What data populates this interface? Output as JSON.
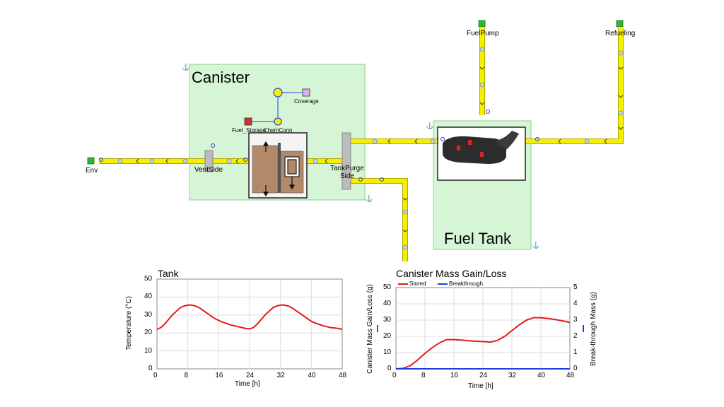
{
  "diagram": {
    "canister_title": "Canister",
    "fueltank_title": "Fuel Tank",
    "labels": {
      "env": "Env",
      "ventside": "VentSide",
      "tankpurge": "TankPurge",
      "side": "Side",
      "fuel_storage": "Fuel_Storage",
      "chemconn": "ChemConn",
      "coverage": "Coverage",
      "fuelpump": "FuelPump",
      "refueling": "Refueling"
    },
    "colors": {
      "pipe": "#f5f000",
      "pipe_edge": "#b0a800",
      "subsystem_fill": "#d6f5d6",
      "subsystem_edge": "#8ecf8e",
      "boundary": "#2db82d"
    }
  },
  "chart_data": [
    {
      "type": "line",
      "title": "Tank",
      "xlabel": "Time [h]",
      "ylabel": "Temperature (°C)",
      "xlim": [
        0,
        48
      ],
      "ylim": [
        0,
        50
      ],
      "xticks": [
        "0",
        "8",
        "16",
        "24",
        "32",
        "40",
        "48"
      ],
      "yticks": [
        "0",
        "10",
        "20",
        "30",
        "40",
        "50"
      ],
      "grid": true,
      "series": [
        {
          "color": "#e41a1c",
          "x": [
            0,
            1,
            2,
            3,
            4,
            5,
            6,
            7,
            8,
            9,
            10,
            11,
            12,
            13,
            14,
            15,
            16,
            17,
            18,
            19,
            20,
            21,
            22,
            23,
            24,
            25,
            26,
            27,
            28,
            29,
            30,
            31,
            32,
            33,
            34,
            35,
            36,
            37,
            38,
            39,
            40,
            41,
            42,
            43,
            44,
            45,
            46,
            47,
            48
          ],
          "y": [
            22,
            23,
            25,
            27.5,
            30,
            32,
            34,
            35,
            35.5,
            35.5,
            35,
            34,
            32.5,
            31,
            29.5,
            28,
            27,
            26,
            25.3,
            24.5,
            24,
            23.5,
            23,
            22.5,
            22.3,
            23,
            25,
            27.5,
            30,
            32,
            34,
            35,
            35.5,
            35.5,
            35,
            34,
            32.5,
            31,
            29.5,
            28,
            26.5,
            25.5,
            24.8,
            24,
            23.5,
            23,
            22.8,
            22.5,
            22
          ]
        }
      ]
    },
    {
      "type": "line",
      "title": "Canister Mass Gain/Loss",
      "xlabel": "Time [h]",
      "ylabel": "Canister Mass Gain/Loss (g)",
      "y2label": "Break-through Mass (g)",
      "xlim": [
        0,
        48
      ],
      "ylim": [
        0,
        50
      ],
      "y2lim": [
        0,
        5
      ],
      "xticks": [
        "0",
        "8",
        "16",
        "24",
        "32",
        "40",
        "48"
      ],
      "yticks": [
        "0",
        "10",
        "20",
        "30",
        "40",
        "50"
      ],
      "y2ticks": [
        "0",
        "1",
        "2",
        "3",
        "4",
        "5"
      ],
      "grid": true,
      "legend": "top-left",
      "series": [
        {
          "name": "Stored",
          "color": "#e41a1c",
          "axis": "left",
          "x": [
            0,
            2,
            4,
            6,
            8,
            10,
            12,
            14,
            16,
            18,
            20,
            22,
            24,
            26,
            28,
            30,
            32,
            34,
            36,
            38,
            40,
            42,
            44,
            46,
            48
          ],
          "y": [
            0,
            0.3,
            2,
            5.5,
            9.5,
            13,
            16,
            18,
            18,
            17.7,
            17.3,
            17,
            16.8,
            16.5,
            17.5,
            20,
            23.5,
            27,
            30,
            31.5,
            31.5,
            31,
            30.3,
            29.5,
            28.5
          ]
        },
        {
          "name": "Breakthrough",
          "color": "#1f3fe0",
          "axis": "right",
          "x": [
            0,
            48
          ],
          "y": [
            0,
            0
          ]
        }
      ]
    }
  ]
}
